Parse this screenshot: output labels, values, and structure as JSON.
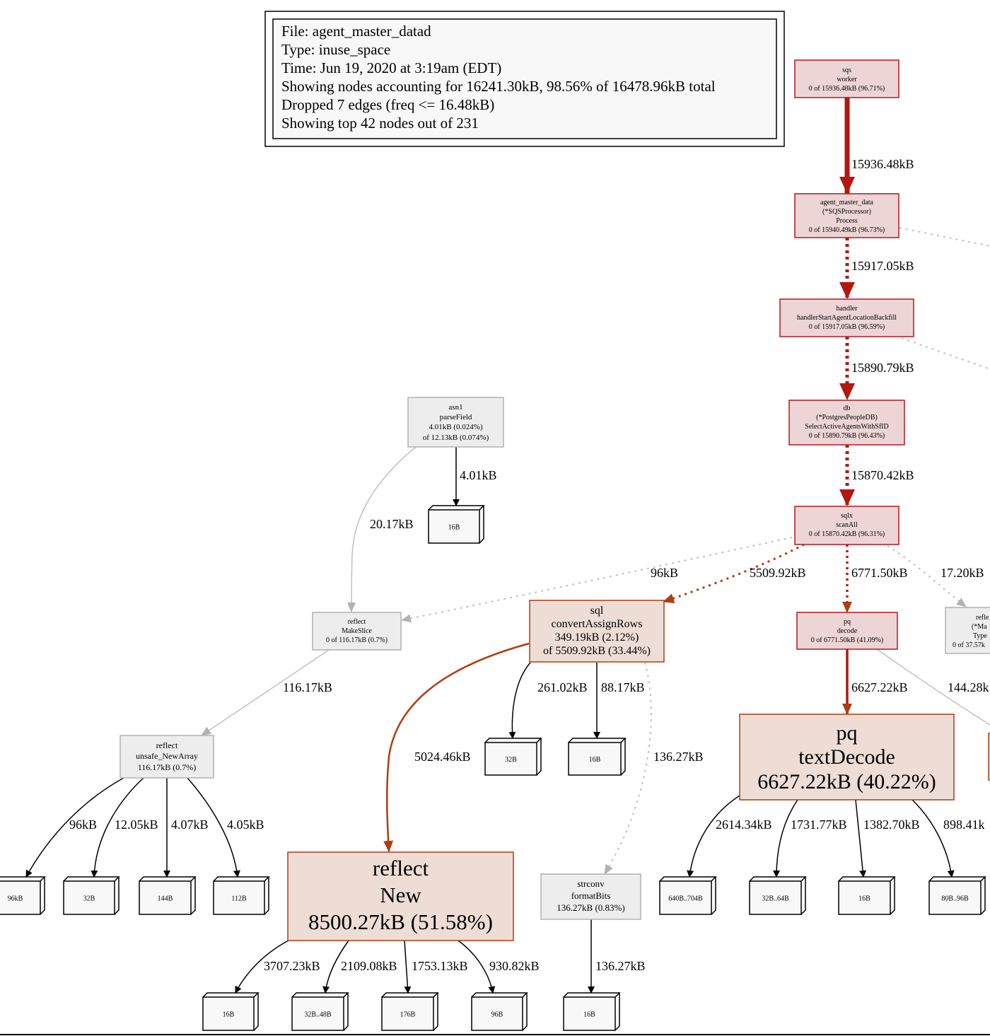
{
  "legend": {
    "lines": [
      "File: agent_master_datad",
      "Type: inuse_space",
      "Time: Jun 19, 2020 at 3:19am (EDT)",
      "Showing nodes accounting for 16241.30kB, 98.56% of 16478.96kB total",
      "Dropped 7 edges (freq <= 16.48kB)",
      "Showing top 42 nodes out of 231"
    ]
  },
  "colors": {
    "hot_fill": "#edd5d5",
    "hot_stroke": "#b2181f",
    "warm_fill": "#edddd5",
    "warm_stroke": "#b23b12",
    "cold_fill": "#ededed",
    "cold_stroke": "#b2b2b2",
    "hot_edge": "#b2180f",
    "warm_edge": "#b23b12",
    "cold_edge": "#b2b2b2"
  },
  "nodes": {
    "sqs_worker": [
      "sqs",
      "worker",
      "0 of 15936.48kB (96.71%)"
    ],
    "process": [
      "agent_master_data",
      "(*SQSProcessor)",
      "Process",
      "0 of 15940.49kB (96.73%)"
    ],
    "handler": [
      "handler",
      "handlerStartAgentLocationBackfill",
      "0 of 15917.05kB (96.59%)"
    ],
    "db": [
      "db",
      "(*PostgresPeopleDB)",
      "SelectActiveAgentsWithSfID",
      "0 of 15890.79kB (96.43%)"
    ],
    "sqlx": [
      "sqlx",
      "scanAll",
      "0 of 15870.42kB (96.31%)"
    ],
    "asn1": [
      "asn1",
      "parseField",
      "4.01kB (0.024%)",
      "of 12.13kB (0.074%)"
    ],
    "makeslice": [
      "reflect",
      "MakeSlice",
      "0 of 116.17kB (0.7%)"
    ],
    "convert": [
      "sql",
      "convertAssignRows",
      "349.19kB (2.12%)",
      "of 5509.92kB (33.44%)"
    ],
    "pq_decode": [
      "pq",
      "decode",
      "0 of 6771.50kB (41.09%)"
    ],
    "reflect_trunc": [
      "refle",
      "(*Ma",
      "Type",
      "0 of 37.57k"
    ],
    "newarray": [
      "reflect",
      "unsafe_NewArray",
      "116.17kB (0.7%)"
    ],
    "textdecode": [
      "pq",
      "textDecode",
      "6627.22kB (40.22%)"
    ],
    "reflect_new": [
      "reflect",
      "New",
      "8500.27kB (51.58%)"
    ],
    "formatbits": [
      "strconv",
      "formatBits",
      "136.27kB (0.83%)"
    ]
  },
  "boxes": {
    "asn1_16B": "16B",
    "conv_32B": "32B",
    "conv_16B": "16B",
    "na_96kB": "96kB",
    "na_32B": "32B",
    "na_144B": "144B",
    "na_112B": "112B",
    "new_16B": "16B",
    "new_32_48": "32B..48B",
    "new_176B": "176B",
    "new_96B": "96B",
    "fb_16B": "16B",
    "td_640_704": "640B..704B",
    "td_32_64": "32B..64B",
    "td_16B": "16B",
    "td_80_96": "80B..96B"
  },
  "edges": {
    "worker_process": "15936.48kB",
    "process_handler": "15917.05kB",
    "handler_db": "15890.79kB",
    "db_sqlx": "15870.42kB",
    "asn1_box": "4.01kB",
    "asn1_makeslice": "20.17kB",
    "sqlx_makeslice": "96kB",
    "sqlx_convert": "5509.92kB",
    "sqlx_pqdecode": "6771.50kB",
    "sqlx_right": "17.20kB",
    "makeslice_newarray": "116.17kB",
    "convert_32B": "261.02kB",
    "convert_16B": "88.17kB",
    "convert_new": "5024.46kB",
    "convert_formatbits": "136.27kB",
    "pqdecode_textdecode": "6627.22kB",
    "pqdecode_right": "144.28k",
    "newarray_96kB": "96kB",
    "newarray_32B": "12.05kB",
    "newarray_144B": "4.07kB",
    "newarray_112B": "4.05kB",
    "new_16B": "3707.23kB",
    "new_32_48": "2109.08kB",
    "new_176B": "1753.13kB",
    "new_96B": "930.82kB",
    "formatbits_16B": "136.27kB",
    "td_640_704": "2614.34kB",
    "td_32_64": "1731.77kB",
    "td_16B": "1382.70kB",
    "td_80_96": "898.41k"
  }
}
